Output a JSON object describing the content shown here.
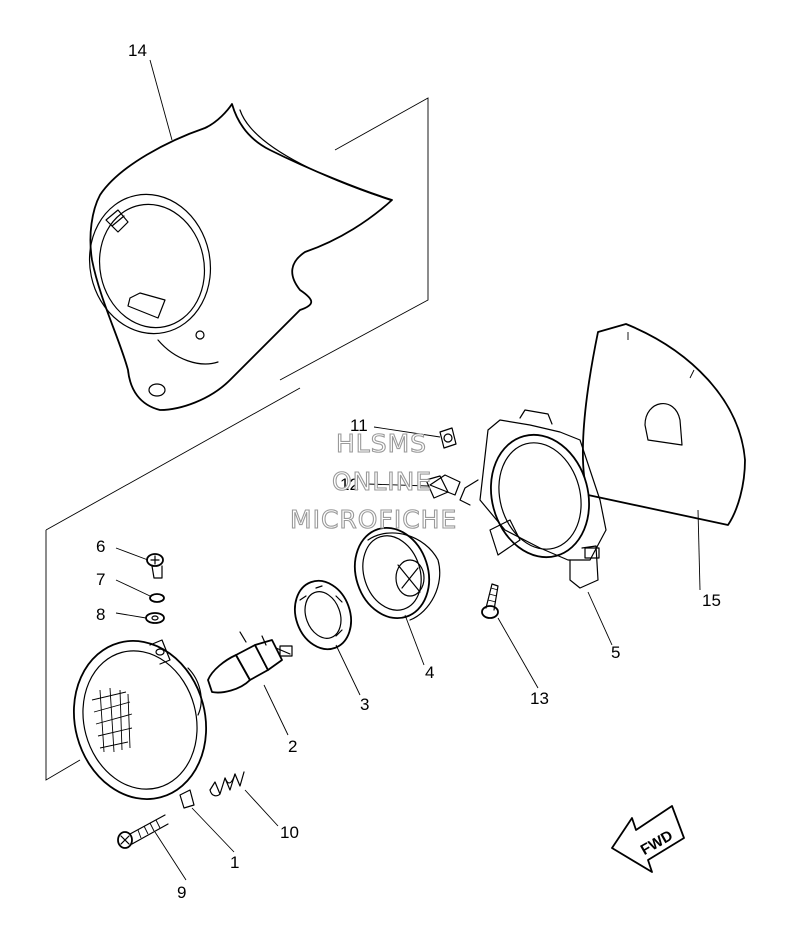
{
  "watermark": {
    "line1": "HLSMS",
    "line2": "ONLINE",
    "line3": "MICROFICHE"
  },
  "fwd_label": "FWD",
  "callouts": [
    {
      "id": "1",
      "label": "1"
    },
    {
      "id": "2",
      "label": "2"
    },
    {
      "id": "3",
      "label": "3"
    },
    {
      "id": "4",
      "label": "4"
    },
    {
      "id": "5",
      "label": "5"
    },
    {
      "id": "6",
      "label": "6"
    },
    {
      "id": "7",
      "label": "7"
    },
    {
      "id": "8",
      "label": "8"
    },
    {
      "id": "9",
      "label": "9"
    },
    {
      "id": "10",
      "label": "10"
    },
    {
      "id": "11",
      "label": "11"
    },
    {
      "id": "12",
      "label": "12"
    },
    {
      "id": "13",
      "label": "13"
    },
    {
      "id": "14",
      "label": "14"
    },
    {
      "id": "15",
      "label": "15"
    }
  ]
}
